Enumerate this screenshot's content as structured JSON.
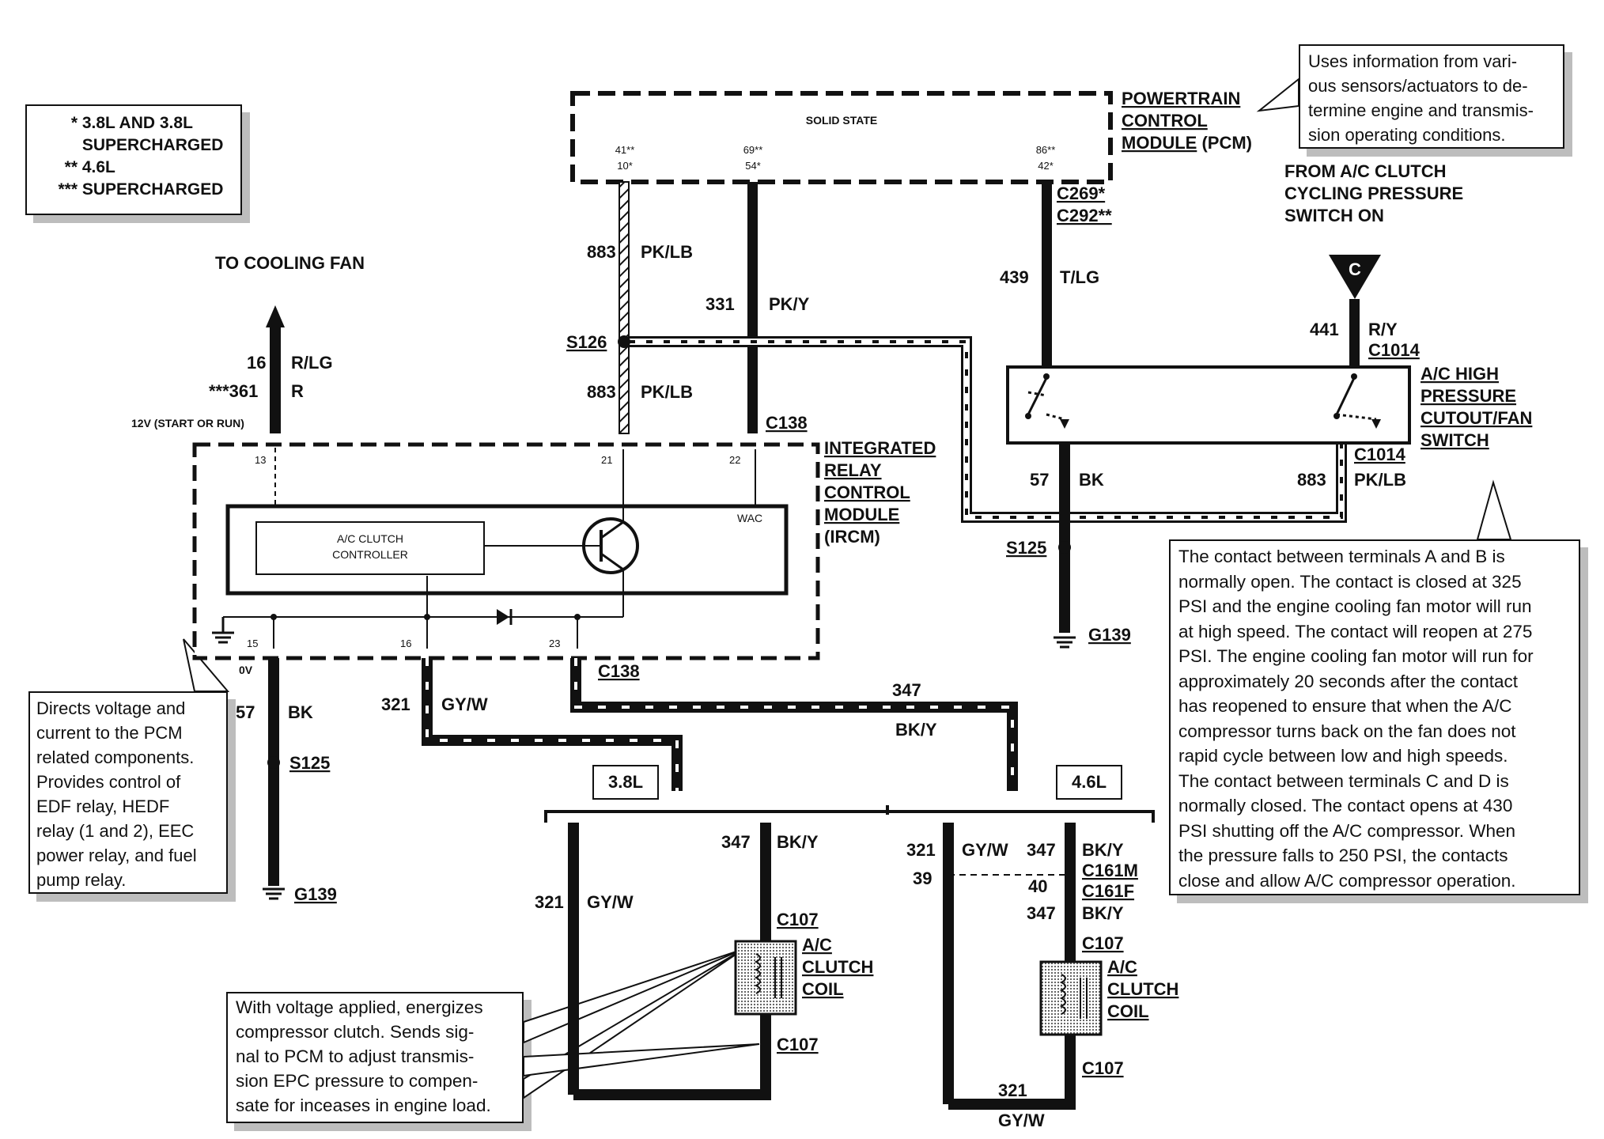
{
  "legend": {
    "items": [
      {
        "mark": "*",
        "text": "3.8L AND 3.8L"
      },
      {
        "mark": "",
        "text": "SUPERCHARGED"
      },
      {
        "mark": "**",
        "text": "4.6L"
      },
      {
        "mark": "***",
        "text": "SUPERCHARGED"
      }
    ]
  },
  "pcm": {
    "title_lines": [
      "POWERTRAIN",
      "CONTROL",
      "MODULE"
    ],
    "abbr": "(PCM)",
    "inner": "SOLID STATE",
    "pins": [
      {
        "top": "41**",
        "bottom": "10*"
      },
      {
        "top": "69**",
        "bottom": "54*"
      },
      {
        "top": "86**",
        "bottom": "42*"
      }
    ],
    "connectors": [
      "C269*",
      "C292**"
    ],
    "note": "Uses information from various sensors/actuators to determine engine and transmission operating conditions.",
    "note_lines": [
      "Uses information from vari-",
      "ous sensors/actuators to de-",
      "termine engine and transmis-",
      "sion operating conditions."
    ]
  },
  "ircm": {
    "title_lines": [
      "INTEGRATED",
      "RELAY",
      "CONTROL",
      "MODULE"
    ],
    "abbr": "(IRCM)",
    "controller_lines": [
      "A/C CLUTCH",
      "CONTROLLER"
    ],
    "wac": "WAC",
    "pins": [
      "13",
      "21",
      "22",
      "15",
      "16",
      "23"
    ],
    "supply": "12V (START OR RUN)",
    "ground_v": "0V",
    "note_lines": [
      "Directs voltage and",
      "current to the PCM",
      "related components.",
      "Provides control of",
      "EDF relay, HEDF",
      "relay (1 and 2), EEC",
      "power relay, and fuel",
      "pump relay."
    ]
  },
  "fan": {
    "label": "TO COOLING FAN",
    "circuits": [
      {
        "num": "16",
        "color": "R/LG"
      },
      {
        "num": "***361",
        "color": "R"
      }
    ]
  },
  "wires": {
    "w883": {
      "num": "883",
      "color": "PK/LB"
    },
    "w331": {
      "num": "331",
      "color": "PK/Y"
    },
    "w439": {
      "num": "439",
      "color": "T/LG"
    },
    "w441": {
      "num": "441",
      "color": "R/Y"
    },
    "w57": {
      "num": "57",
      "color": "BK"
    },
    "w321": {
      "num": "321",
      "color": "GY/W"
    },
    "w347": {
      "num": "347",
      "color": "BK/Y"
    },
    "w39": {
      "num": "39"
    },
    "w40": {
      "num": "40"
    }
  },
  "splices": {
    "s126": "S126",
    "s125": "S125"
  },
  "grounds": {
    "g139": "G139"
  },
  "connectors": {
    "c138": "C138",
    "c1014": "C1014",
    "c107": "C107",
    "c161m": "C161M",
    "c161f": "C161F"
  },
  "switch": {
    "title_lines": [
      "A/C HIGH",
      "PRESSURE",
      "CUTOUT/FAN",
      "SWITCH"
    ],
    "source_lines": [
      "FROM A/C CLUTCH",
      "CYCLING PRESSURE",
      "SWITCH ON"
    ],
    "source_tag": "C",
    "note_lines": [
      "The contact between terminals A and B is",
      "normally open. The contact is closed at 325",
      "PSI and the engine cooling fan motor will run",
      "at high speed. The contact will reopen at 275",
      "PSI. The engine cooling fan motor will run for",
      "approximately 20 seconds after the contact",
      "has reopened to ensure that when the A/C",
      "compressor turns back on the fan does not",
      "rapid cycle between low and high speeds.",
      "The contact between terminals C and D is",
      "normally closed. The contact opens at 430",
      "PSI shutting off the A/C compressor. When",
      "the pressure falls to 250 PSI, the contacts",
      "close and allow A/C compressor operation."
    ]
  },
  "engines": {
    "e38": "3.8L",
    "e46": "4.6L"
  },
  "coil": {
    "title_lines": [
      "A/C",
      "CLUTCH",
      "COIL"
    ],
    "note_lines": [
      "With voltage applied, energizes",
      "compressor clutch.  Sends sig-",
      "nal to PCM to adjust transmis-",
      "sion EPC pressure to compen-",
      "sate for inceases in engine load."
    ]
  }
}
